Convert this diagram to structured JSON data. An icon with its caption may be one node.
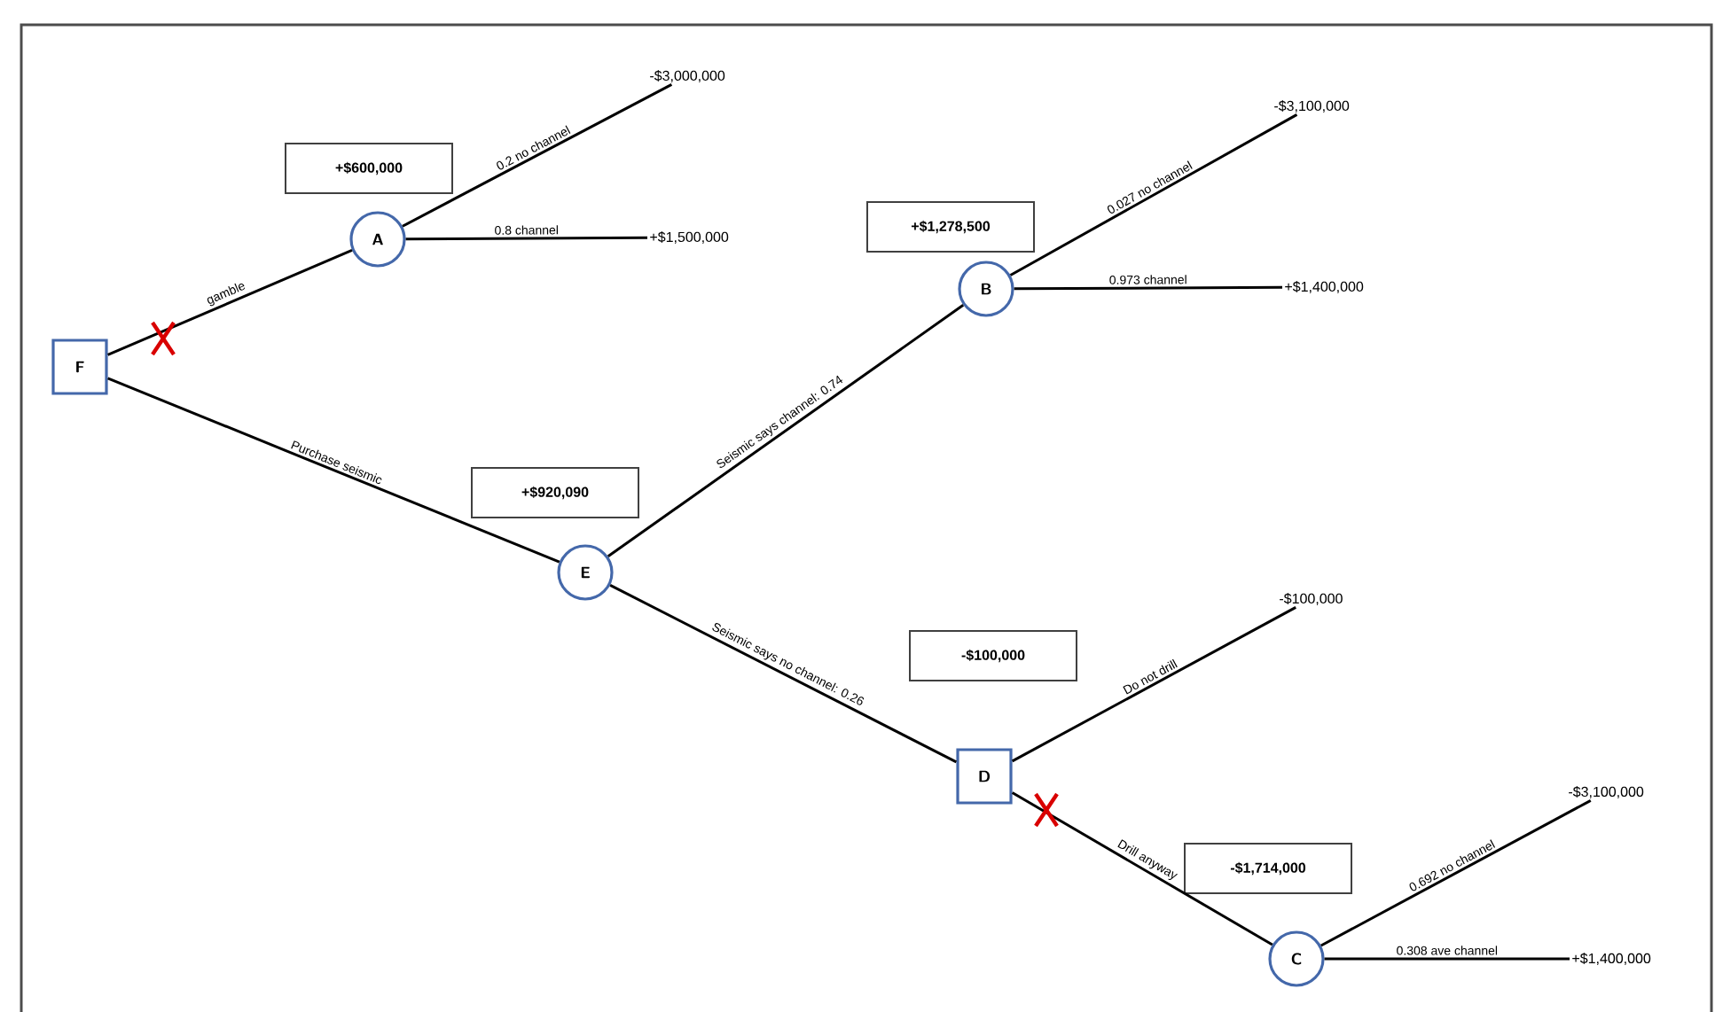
{
  "diagram": {
    "nodes": [
      {
        "text": [
          "F"
        ]
      },
      {
        "text": [
          "A"
        ]
      },
      {
        "text": [
          "E"
        ]
      },
      {
        "text": [
          "B"
        ]
      },
      {
        "text": [
          "D"
        ]
      },
      {
        "text": [
          "C"
        ]
      },
      {
        "text": [
          "-$3,000,000"
        ]
      },
      {
        "text": [
          "+$1,500,000"
        ]
      },
      {
        "text": [
          "-$3,100,000"
        ]
      },
      {
        "text": [
          "+$1,400,000"
        ]
      },
      {
        "text": [
          "-$100,000"
        ]
      },
      {
        "text": [
          "-$3,100,000"
        ]
      },
      {
        "text": [
          "+$1,400,000"
        ]
      },
      {
        "text": [
          "+$600,000"
        ]
      },
      {
        "text": [
          "+$1,278,500"
        ]
      },
      {
        "text": [
          "+$920,090"
        ]
      },
      {
        "text": [
          "-$100,000"
        ]
      },
      {
        "text": [
          "-$1,714,000"
        ]
      }
    ],
    "edges": [
      {
        "from": 0,
        "to": 1,
        "arrow": "none",
        "label": "gamble"
      },
      {
        "from": 0,
        "to": 2,
        "arrow": "none",
        "label": "Purchase seismic"
      },
      {
        "from": 1,
        "to": 6,
        "arrow": "none",
        "label": "0.2 no channel"
      },
      {
        "from": 1,
        "to": 7,
        "arrow": "none",
        "label": "0.8 channel"
      },
      {
        "from": 2,
        "to": 3,
        "arrow": "none",
        "label": "Seismic says channel: 0.74"
      },
      {
        "from": 2,
        "to": 4,
        "arrow": "none",
        "label": "Seismic says no channel: 0.26"
      },
      {
        "from": 3,
        "to": 8,
        "arrow": "none",
        "label": "0.027 no channel"
      },
      {
        "from": 3,
        "to": 9,
        "arrow": "none",
        "label": "0.973 channel"
      },
      {
        "from": 4,
        "to": 10,
        "arrow": "none",
        "label": "Do not drill"
      },
      {
        "from": 4,
        "to": 5,
        "arrow": "none",
        "label": "Drill anyway"
      },
      {
        "from": 5,
        "to": 11,
        "arrow": "none",
        "label": "0.692 no channel"
      },
      {
        "from": 5,
        "to": 12,
        "arrow": "none",
        "label": "0.308 ave channel"
      }
    ]
  }
}
